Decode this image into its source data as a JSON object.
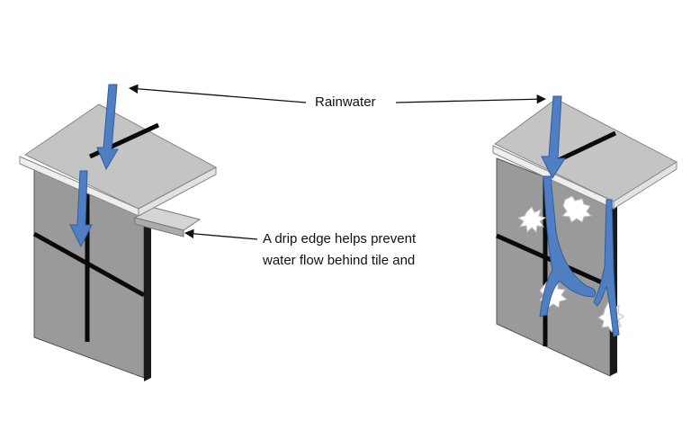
{
  "labels": {
    "rainwater": "Rainwater",
    "drip_line1": "A drip edge helps prevent",
    "drip_line2": "water flow behind tile and"
  },
  "colors": {
    "tile": "#9a9a9a",
    "tile_dark": "#6e6e6e",
    "cap": "#c4c4c4",
    "cap_edge": "#eeeeee",
    "joint": "#0a0a0a",
    "water": "#4f7fc2",
    "water_edge": "#2f5e9e",
    "stain": "#ffffff"
  },
  "icons": {
    "rain_arrow": "down-arrow-icon",
    "damage": "water-damage-splash"
  }
}
